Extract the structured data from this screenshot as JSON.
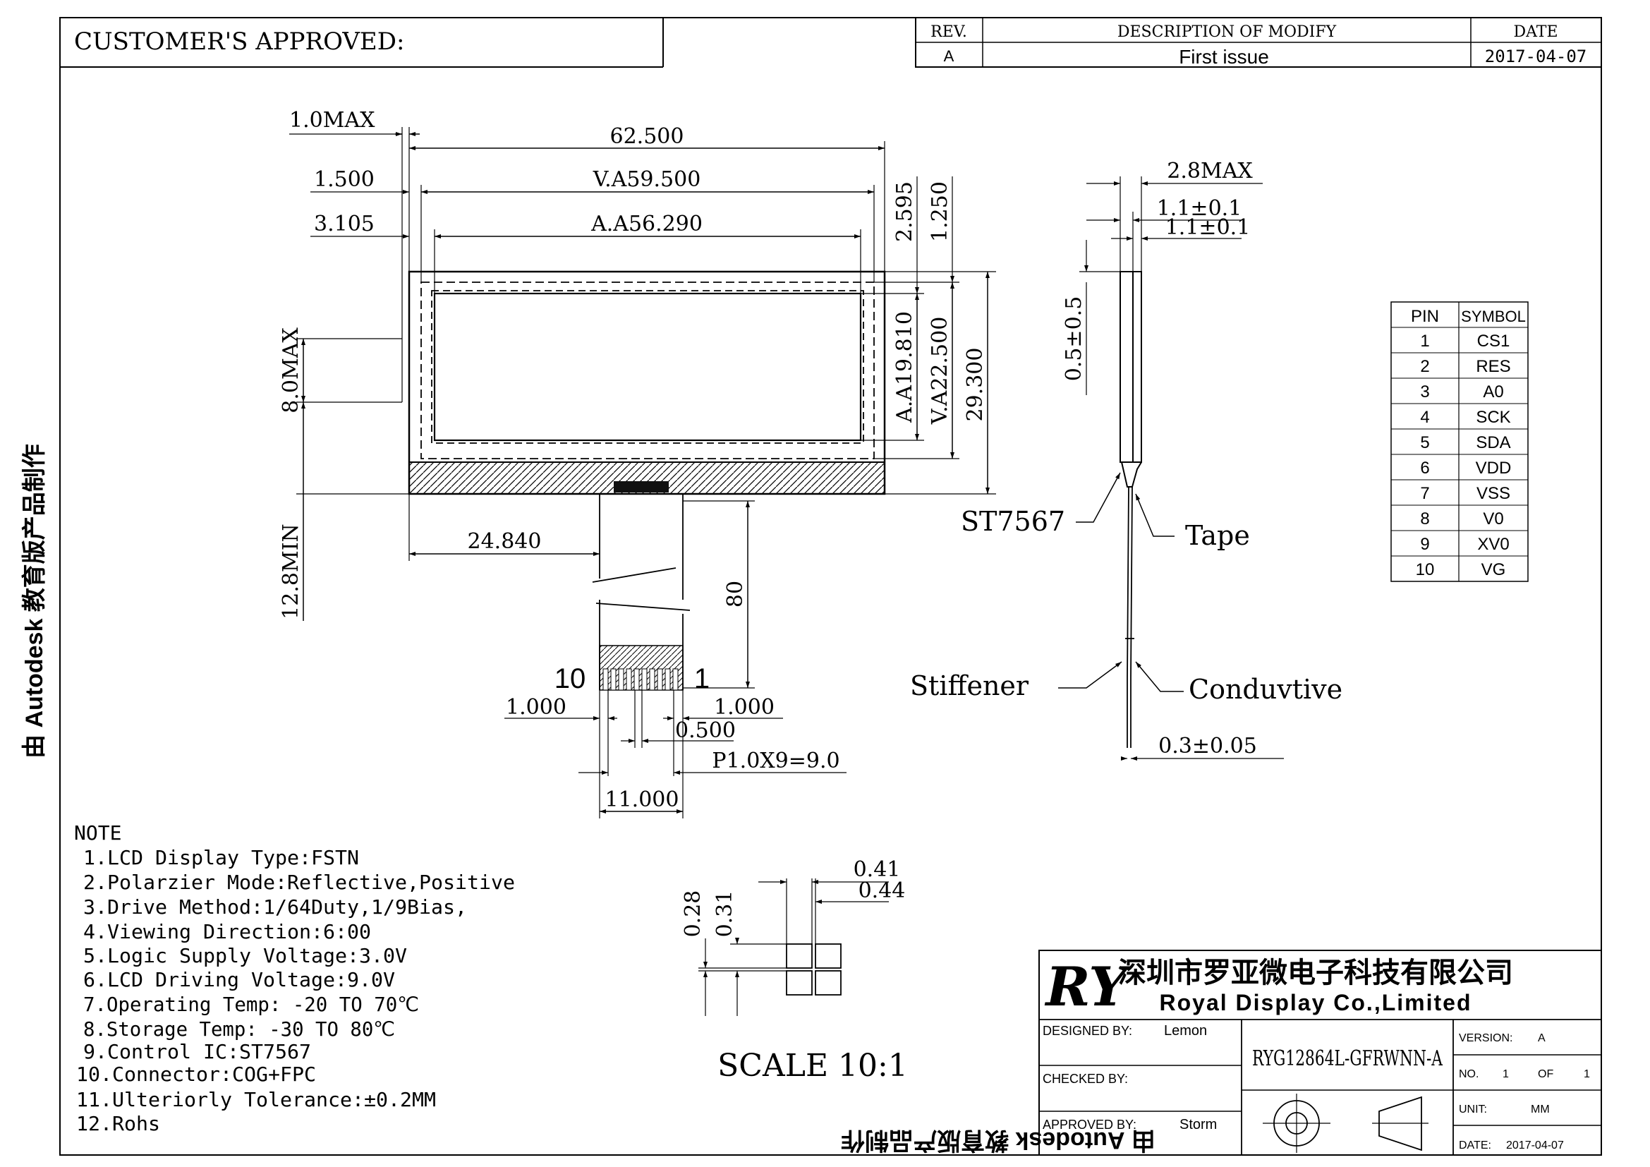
{
  "header": {
    "customer_approved": "CUSTOMER'S APPROVED:",
    "rev_head": "REV.",
    "desc_head": "DESCRIPTION OF MODIFY",
    "date_head": "DATE",
    "rev": "A",
    "desc": "First issue",
    "date": "2017-04-07"
  },
  "watermark": {
    "text": "由 Autodesk 教育版产品制作"
  },
  "front_view": {
    "dims": {
      "max_1": "1.0MAX",
      "overall_w": "62.500",
      "offset_va": "1.500",
      "va_w": "V.A59.500",
      "offset_aa": "3.105",
      "aa_w": "A.A56.290",
      "d_2595": "2.595",
      "d_1250": "1.250",
      "aa_h": "A.A19.810",
      "va_h": "V.A22.500",
      "overall_h": "29.300",
      "max_8": "8.0MAX",
      "min_128": "12.8MIN",
      "fpc_offset": "24.840",
      "fpc_len": "80",
      "pin_10": "10",
      "pin_1": "1",
      "left_1000": "1.000",
      "right_1000": "1.000",
      "d_0500": "0.500",
      "pitch": "P1.0X9=9.0",
      "fpc_w": "11.000"
    }
  },
  "side_view": {
    "max_28": "2.8MAX",
    "d_11a": "1.1±0.1",
    "d_11b": "1.1±0.1",
    "d_05": "0.5±0.5",
    "ic_label": "ST7567",
    "tape_label": "Tape",
    "stiffener_label": "Stiffener",
    "conductive_label": "Conduvtive",
    "d_03": "0.3±0.05"
  },
  "pin_table": {
    "headers": [
      "PIN",
      "SYMBOL"
    ],
    "rows": [
      [
        "1",
        "CS1"
      ],
      [
        "2",
        "RES"
      ],
      [
        "3",
        "A0"
      ],
      [
        "4",
        "SCK"
      ],
      [
        "5",
        "SDA"
      ],
      [
        "6",
        "VDD"
      ],
      [
        "7",
        "VSS"
      ],
      [
        "8",
        "V0"
      ],
      [
        "9",
        "XV0"
      ],
      [
        "10",
        "VG"
      ]
    ]
  },
  "notes": {
    "title": "NOTE",
    "items": [
      "1.LCD Display Type:FSTN",
      "2.Polarzier Mode:Reflective,Positive",
      "3.Drive Method:1/64Duty,1/9Bias,",
      "4.Viewing Direction:6:00",
      "5.Logic Supply Voltage:3.0V",
      "6.LCD Driving Voltage:9.0V",
      "7.Operating Temp: -20 TO 70℃",
      "8.Storage Temp: -30 TO 80℃",
      "9.Control IC:ST7567",
      "10.Connector:COG+FPC",
      "11.Ulteriorly Tolerance:±0.2MM",
      "12.Rohs"
    ]
  },
  "pixel_detail": {
    "d_041": "0.41",
    "d_044": "0.44",
    "d_028": "0.28",
    "d_031": "0.31",
    "scale": "SCALE 10:1"
  },
  "title_block": {
    "company_cn": "深圳市罗亚微电子科技有限公司",
    "company_en": "Royal Display Co.,Limited",
    "logo": "RY",
    "designed_label": "DESIGNED BY:",
    "designed_by": "Lemon",
    "checked_label": "CHECKED BY:",
    "approved_label": "APPROVED BY:",
    "approved_by": "Storm",
    "part_number": "RYG12864L-GFRWNN-A",
    "version_label": "VERSION:",
    "version": "A",
    "no_label": "NO.",
    "no": "1",
    "of_label": "OF",
    "of": "1",
    "unit_label": "UNIT:",
    "unit": "MM",
    "date_label": "DATE:",
    "date": "2017-04-07"
  }
}
